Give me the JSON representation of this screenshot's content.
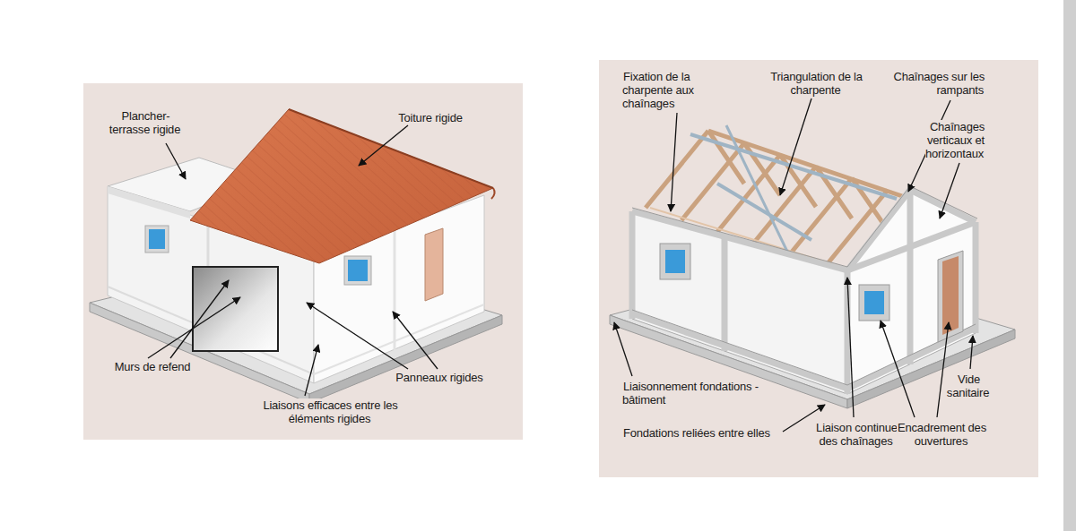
{
  "diagram": {
    "labels": [
      "Plancher-terrasse rigide",
      "Toiture rigide",
      "Murs de refend",
      "Panneaux rigides",
      "Liaisons efficaces entre les éléments rigides",
      "Fixation de la charpente aux chaînages",
      "Triangulation de la charpente",
      "Chaînages sur les rampants",
      "Chaînages verticaux et horizontaux",
      "Liaisonnement fondations - bâtiment",
      "Fondations reliées entre elles",
      "Liaison continue des chaînages",
      "Vide sanitaire",
      "Encadrement des ouvertures"
    ]
  }
}
